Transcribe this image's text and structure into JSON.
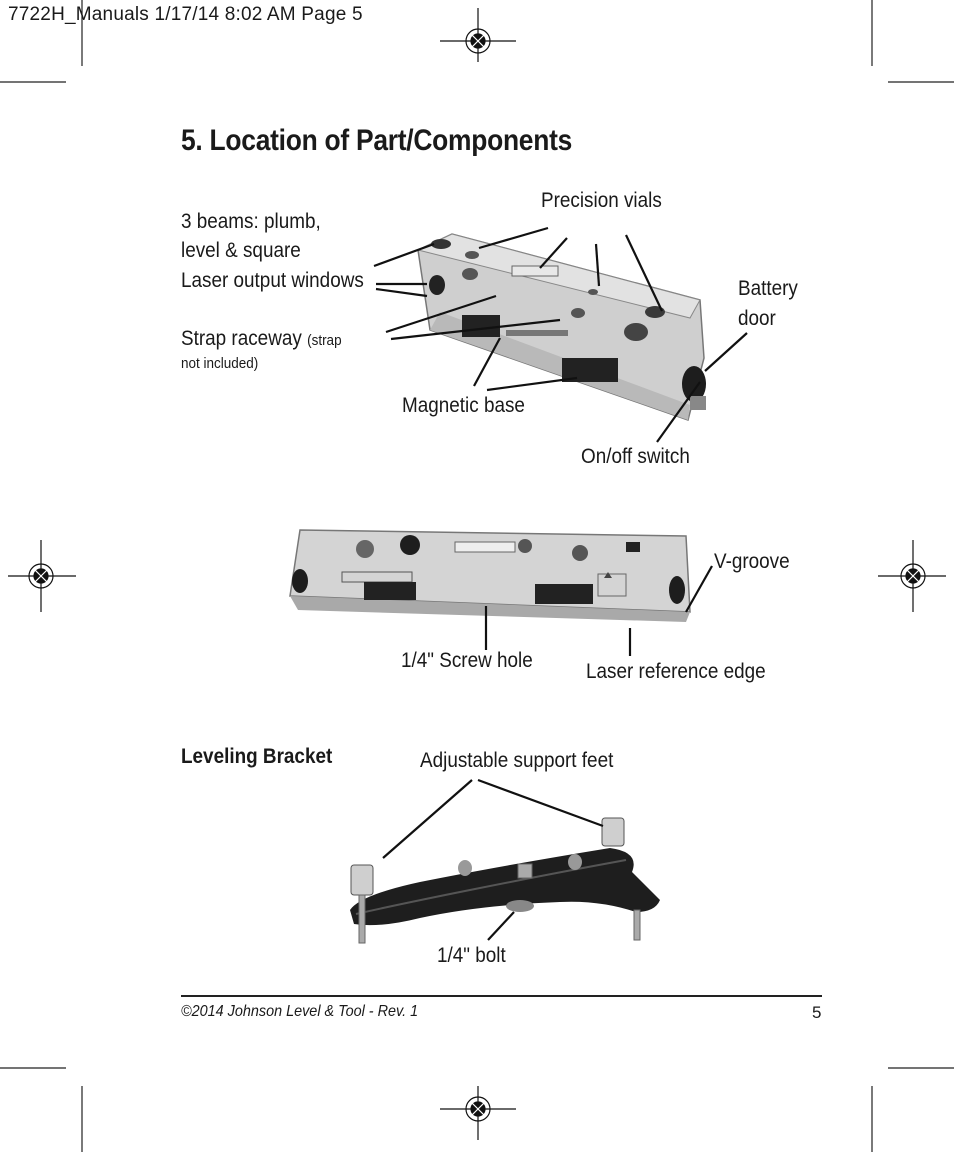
{
  "header": {
    "slug": "7722H_Manuals  1/17/14  8:02 AM  Page 5"
  },
  "section": {
    "title": "5. Location of Part/Components"
  },
  "labels": {
    "precision_vials": "Precision vials",
    "beams_line1": "3 beams: plumb,",
    "beams_line2": "level & square",
    "laser_output_windows": "Laser output windows",
    "battery_line1": "Battery",
    "battery_line2": "door",
    "strap_raceway": "Strap raceway",
    "strap_note_1": "(strap",
    "strap_note_2": "not included)",
    "magnetic_base": "Magnetic base",
    "on_off_switch": "On/off switch",
    "v_groove": "V-groove",
    "screw_hole": "1/4\" Screw hole",
    "laser_reference_edge": "Laser reference edge"
  },
  "bracket": {
    "heading": "Leveling Bracket",
    "support_feet": "Adjustable support feet",
    "bolt": "1/4\" bolt"
  },
  "footer": {
    "copyright": "©2014 Johnson Level & Tool - Rev. 1",
    "page_number": "5"
  }
}
